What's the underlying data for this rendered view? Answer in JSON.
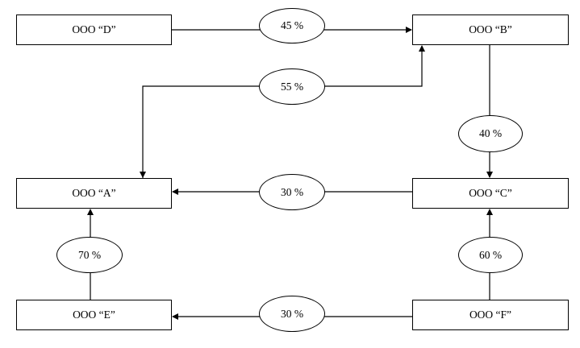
{
  "companies": {
    "d": "ООО “D”",
    "b": "ООО “B”",
    "a": "ООО “A”",
    "c": "ООО “C”",
    "e": "ООО “E”",
    "f": "ООО “F”"
  },
  "ownership": {
    "d_to_b": "45 %",
    "a_to_b": "55 %",
    "b_to_c": "40 %",
    "c_to_a": "30 %",
    "e_to_a": "70 %",
    "f_to_c": "60 %",
    "f_to_e": "30 %"
  },
  "colors": {
    "line": "#000000",
    "background": "#ffffff"
  }
}
